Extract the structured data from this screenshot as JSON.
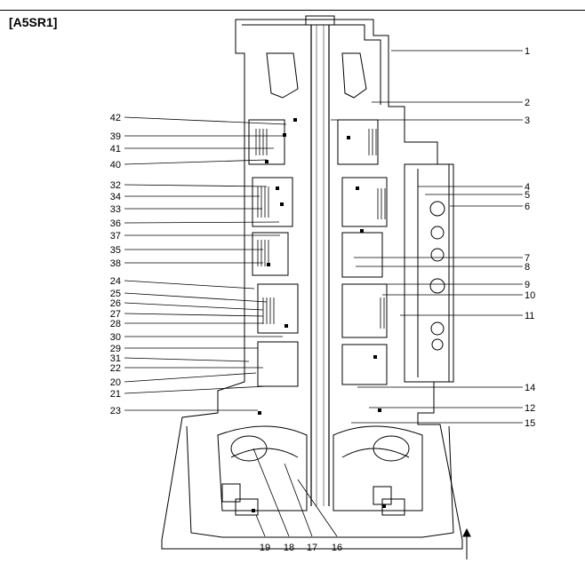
{
  "header": {
    "model_code": "[A5SR1]"
  },
  "diagram": {
    "right_labels": [
      "1",
      "2",
      "3",
      "4",
      "5",
      "6",
      "7",
      "8",
      "9",
      "10",
      "11",
      "14",
      "12",
      "15"
    ],
    "left_labels": [
      "42",
      "39",
      "41",
      "40",
      "32",
      "34",
      "33",
      "36",
      "37",
      "35",
      "38",
      "24",
      "25",
      "26",
      "27",
      "28",
      "30",
      "29",
      "31",
      "22",
      "20",
      "21",
      "23"
    ],
    "bottom_labels": [
      "19",
      "18",
      "17",
      "16"
    ]
  }
}
